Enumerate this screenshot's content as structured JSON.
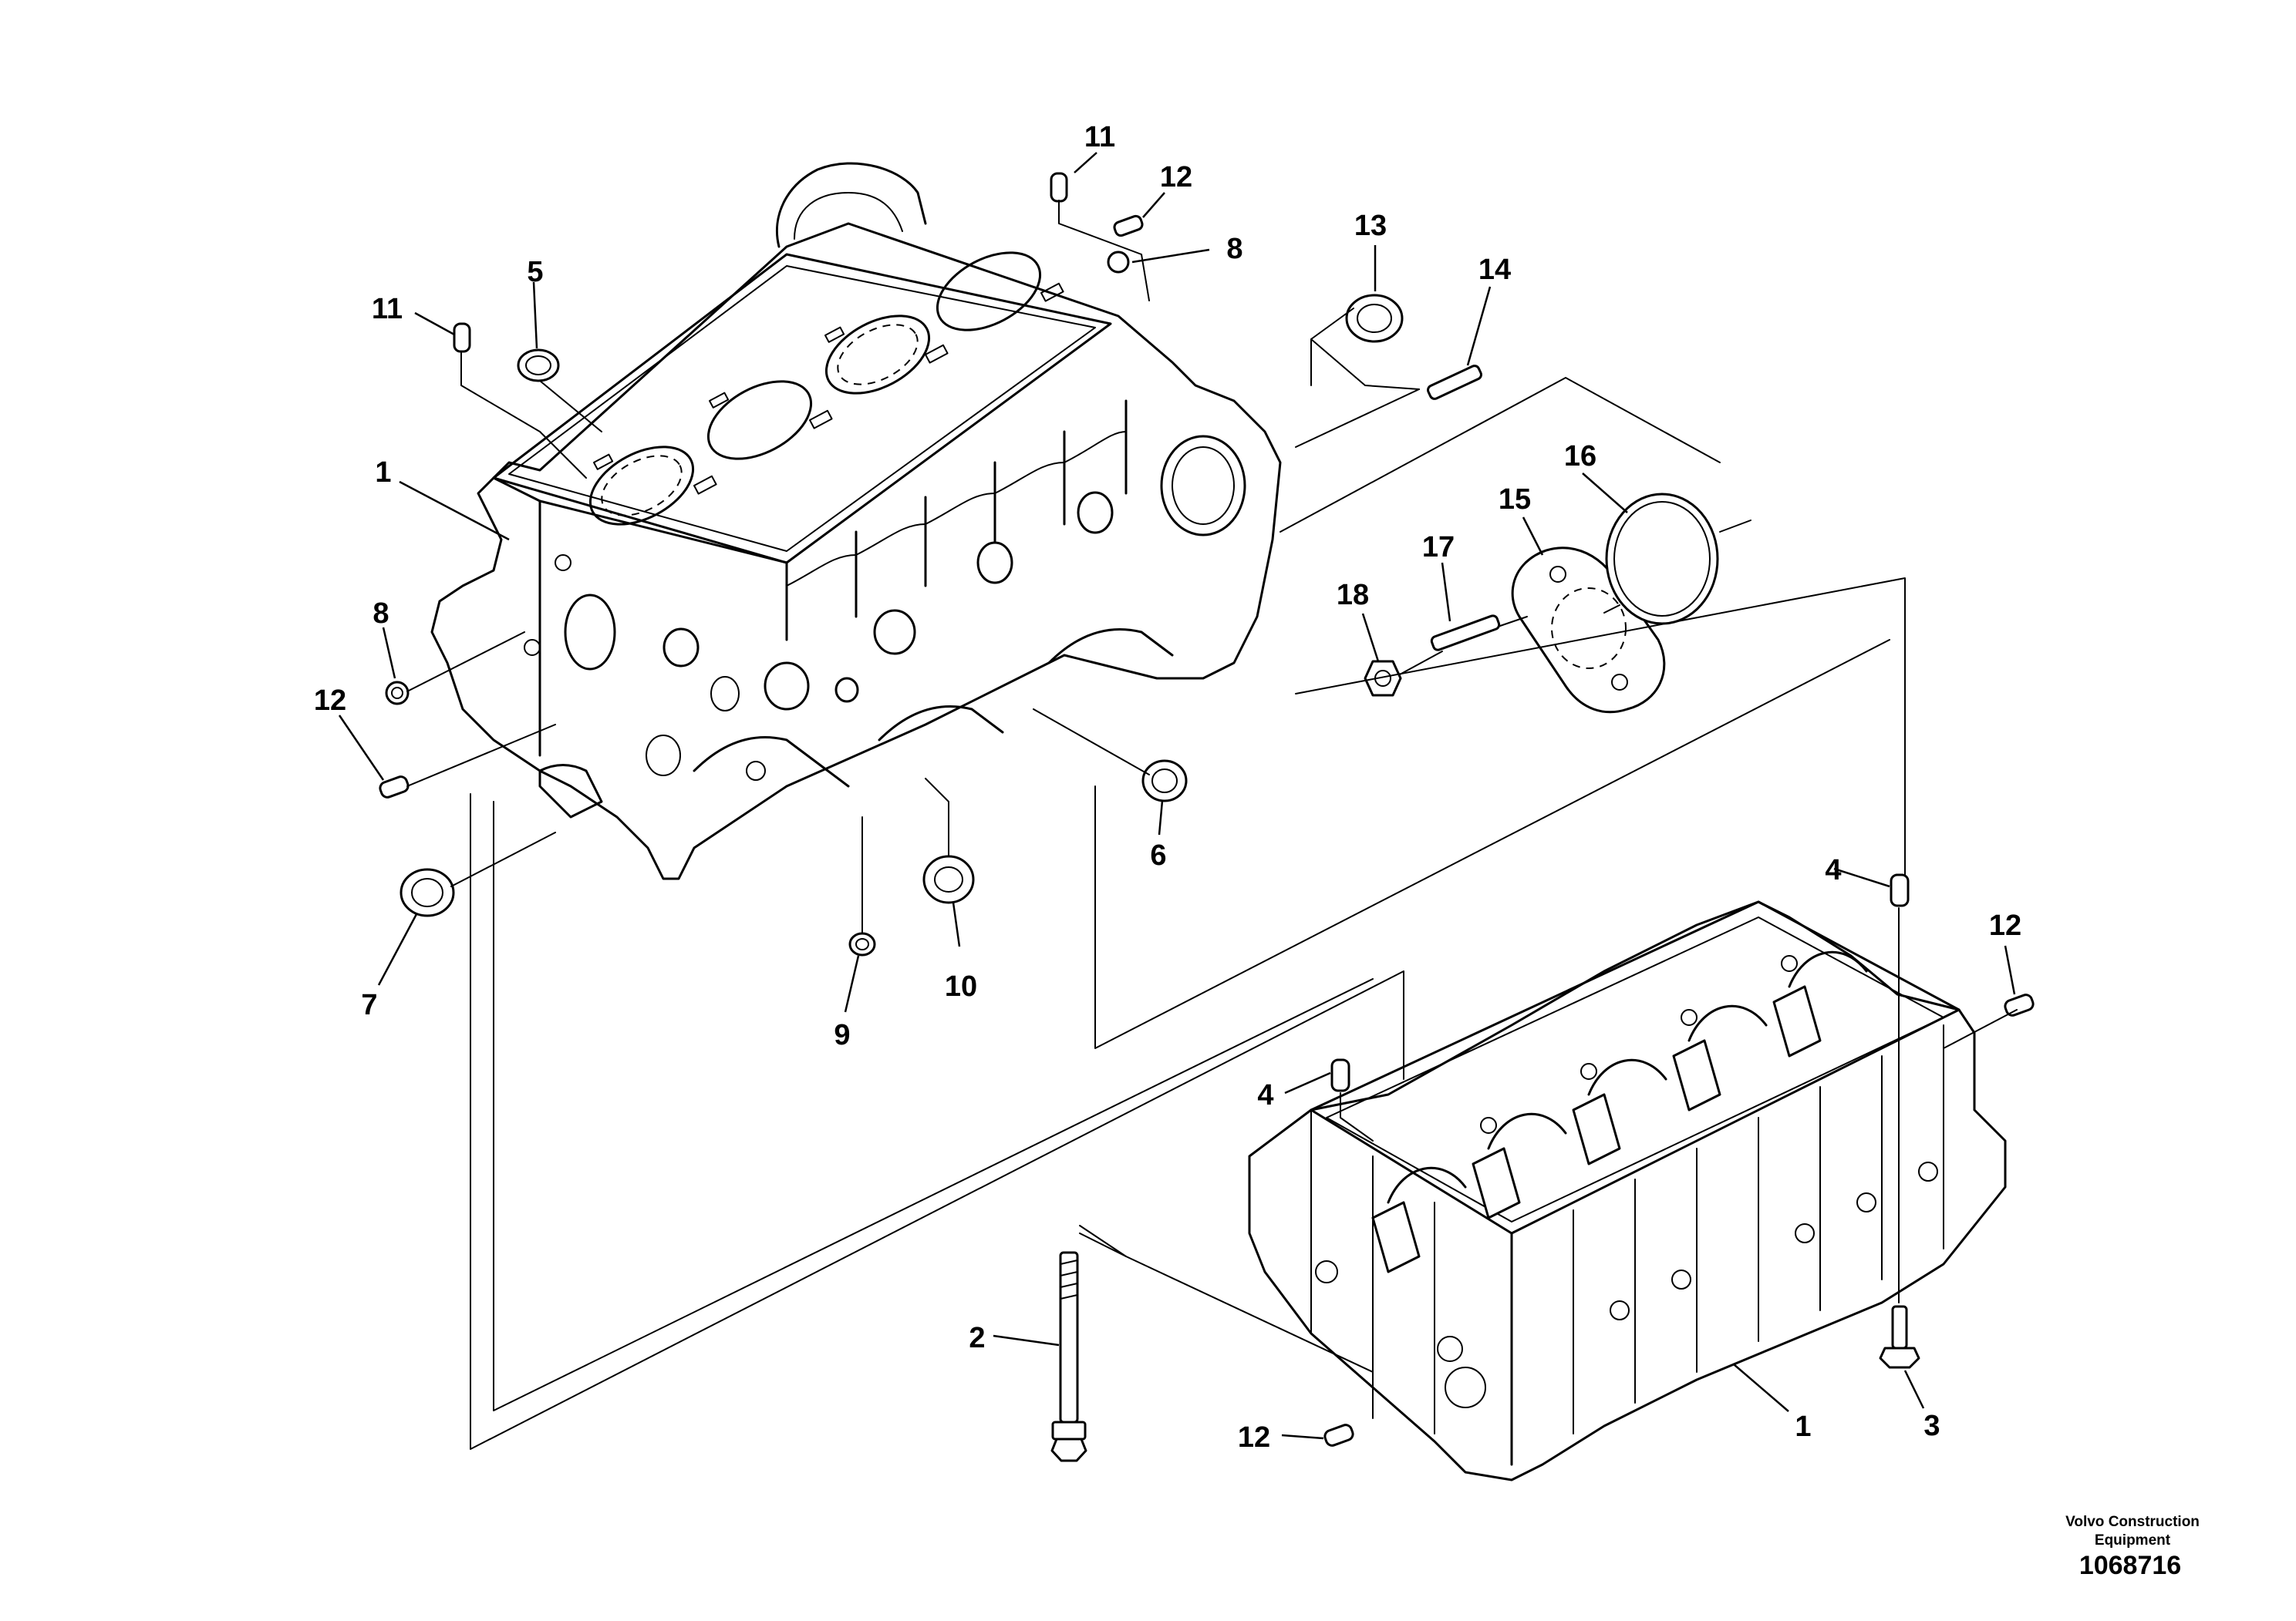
{
  "labels": {
    "upper_block": "1",
    "lower_block": "1",
    "bolt_long": "2",
    "bolt_short": "3",
    "pin_upper": "4",
    "pin_lower": "4",
    "plug_top": "5",
    "seal_right": "6",
    "seal_left": "7",
    "plug_left": "8",
    "plug_top_right": "8",
    "plug_small": "9",
    "plug_large": "10",
    "pin_top": "11",
    "pin_left": "11",
    "sleeve_top": "12",
    "sleeve_left": "12",
    "sleeve_right": "12",
    "sleeve_bottom": "12",
    "bushing": "13",
    "stud_top": "14",
    "cover": "15",
    "o_ring": "16",
    "stud": "17",
    "nut": "18"
  },
  "footer": {
    "company_line1": "Volvo Construction",
    "company_line2": "Equipment",
    "drawing_number": "1068716"
  }
}
